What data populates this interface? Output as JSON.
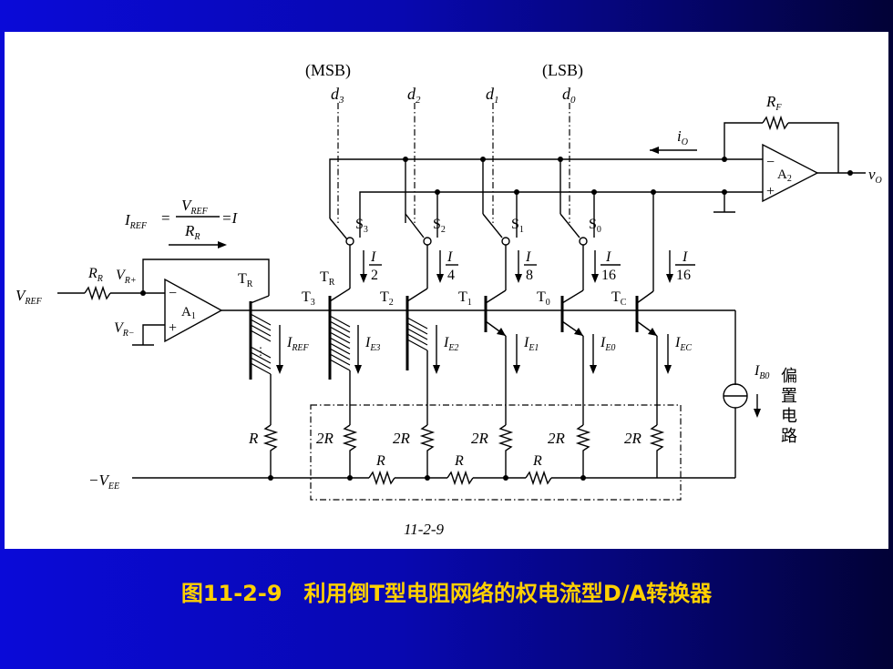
{
  "caption": "图11-2-9　利用倒T型电阻网络的权电流型D/A转换器",
  "figure_number": "11-2-9",
  "colors": {
    "background": "#0808b0",
    "caption": "#ffd000",
    "panel": "#ffffff"
  },
  "labels": {
    "msb": "(MSB)",
    "lsb": "(LSB)",
    "d": "d",
    "d3": "3",
    "d2": "2",
    "d1": "1",
    "d0": "0",
    "rf": "R",
    "rf_sub": "F",
    "io": "i",
    "io_sub": "O",
    "vo": "v",
    "vo_sub": "O",
    "a2": "A",
    "a2_sub": "2",
    "a1": "A",
    "a1_sub": "1",
    "iref_eq_i": "I",
    "iref_eq_sub": "REF",
    "vref_num": "V",
    "vref_num_sub": "REF",
    "rr_den": "R",
    "rr_den_sub": "R",
    "eq_tail": "=I",
    "eq_mid": "=",
    "rr": "R",
    "rr_sub": "R",
    "vrp": "V",
    "vrp_sub": "R+",
    "vrm": "V",
    "vrm_sub": "R−",
    "vref": "V",
    "vref_sub": "REF",
    "vee": "−V",
    "vee_sub": "EE",
    "tr": "T",
    "tr_sub": "R",
    "t3": "T",
    "t3_sub": "3",
    "t2": "T",
    "t2_sub": "2",
    "t1": "T",
    "t1_sub": "1",
    "t0": "T",
    "t0_sub": "0",
    "tc": "T",
    "tc_sub": "C",
    "s": "S",
    "s3": "3",
    "s2": "2",
    "s1": "1",
    "s0": "0",
    "frac_i": "I",
    "f2": "2",
    "f4": "4",
    "f8": "8",
    "f16": "16",
    "f16c": "16",
    "ie": "I",
    "iref_sub": "REF",
    "e3": "E3",
    "e2": "E2",
    "e1": "E1",
    "e0": "E0",
    "ec": "EC",
    "ib0": "I",
    "ib0_sub": "B0",
    "bias": [
      "偏",
      "置",
      "电",
      "路"
    ],
    "r": "R",
    "r2": "2R",
    "minus": "−",
    "plus": "+"
  }
}
